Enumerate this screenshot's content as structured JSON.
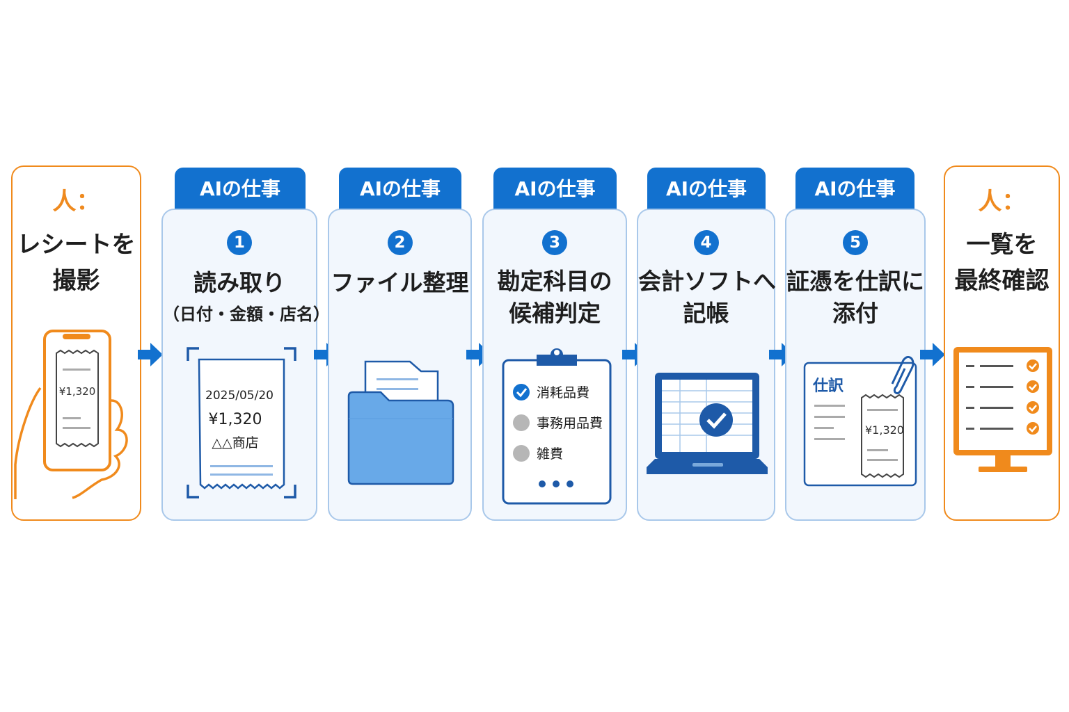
{
  "colors": {
    "ai_blue": "#1271cf",
    "human_orange": "#f08a1c",
    "card_bg": "#f2f7fd",
    "card_border": "#a9c8ea"
  },
  "steps": [
    {
      "type": "human",
      "label": "人：",
      "title": [
        "レシートを",
        "撮影"
      ],
      "receipt_amount": "¥1,320",
      "icon": "smartphone-receipt-icon"
    },
    {
      "type": "ai",
      "tab": "AIの仕事",
      "number": "1",
      "title": "読み取り",
      "subtitle": "（日付・金額・店名）",
      "receipt": {
        "date": "2025/05/20",
        "amount": "¥1,320",
        "store": "△△商店"
      },
      "icon": "scanned-receipt-icon"
    },
    {
      "type": "ai",
      "tab": "AIの仕事",
      "number": "2",
      "title": "ファイル整理",
      "icon": "folder-icon"
    },
    {
      "type": "ai",
      "tab": "AIの仕事",
      "number": "3",
      "title": [
        "勘定科目の",
        "候補判定"
      ],
      "candidates": [
        "消耗品費",
        "事務用品費",
        "雑費"
      ],
      "selected_candidate": "消耗品費",
      "icon": "clipboard-icon"
    },
    {
      "type": "ai",
      "tab": "AIの仕事",
      "number": "4",
      "title": [
        "会計ソフトへ",
        "記帳"
      ],
      "icon": "laptop-check-icon"
    },
    {
      "type": "ai",
      "tab": "AIの仕事",
      "number": "5",
      "title": [
        "証憑を仕訳に",
        "添付"
      ],
      "journal_label": "仕訳",
      "receipt_amount": "¥1,320",
      "icon": "journal-attachment-icon"
    },
    {
      "type": "human",
      "label": "人：",
      "title": [
        "一覧を",
        "最終確認"
      ],
      "icon": "monitor-checklist-icon"
    }
  ]
}
